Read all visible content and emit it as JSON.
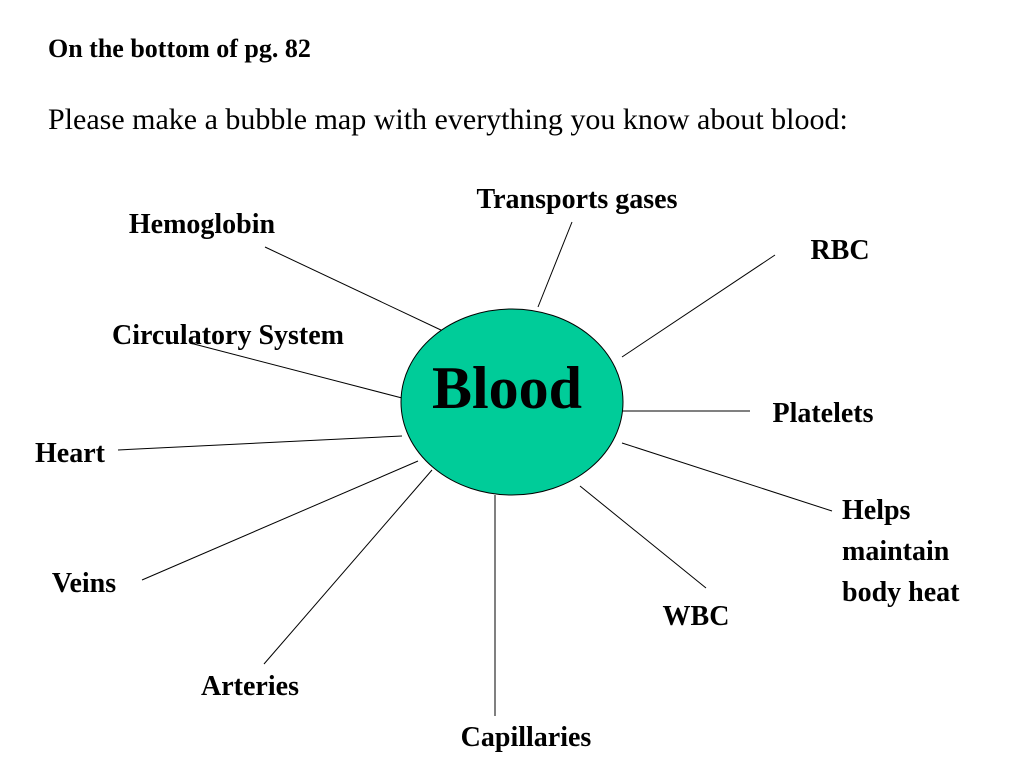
{
  "heading": "On the bottom of pg. 82",
  "prompt": "Please make a bubble map with everything you know about blood:",
  "colors": {
    "bubble_fill": "#00cc99",
    "outline": "#000000"
  },
  "diagram": {
    "center": "Blood",
    "nodes": [
      {
        "id": "transports-gases",
        "label": [
          "Transports gases"
        ]
      },
      {
        "id": "hemoglobin",
        "label": [
          "Hemoglobin"
        ]
      },
      {
        "id": "rbc",
        "label": [
          "RBC"
        ]
      },
      {
        "id": "circulatory-system",
        "label": [
          "Circulatory System"
        ]
      },
      {
        "id": "platelets",
        "label": [
          "Platelets"
        ]
      },
      {
        "id": "heart",
        "label": [
          "Heart"
        ]
      },
      {
        "id": "helps-maintain-body-heat",
        "label": [
          "Helps",
          "maintain",
          "body heat"
        ]
      },
      {
        "id": "veins",
        "label": [
          "Veins"
        ]
      },
      {
        "id": "wbc",
        "label": [
          "WBC"
        ]
      },
      {
        "id": "arteries",
        "label": [
          "Arteries"
        ]
      },
      {
        "id": "capillaries",
        "label": [
          "Capillaries"
        ]
      }
    ]
  }
}
